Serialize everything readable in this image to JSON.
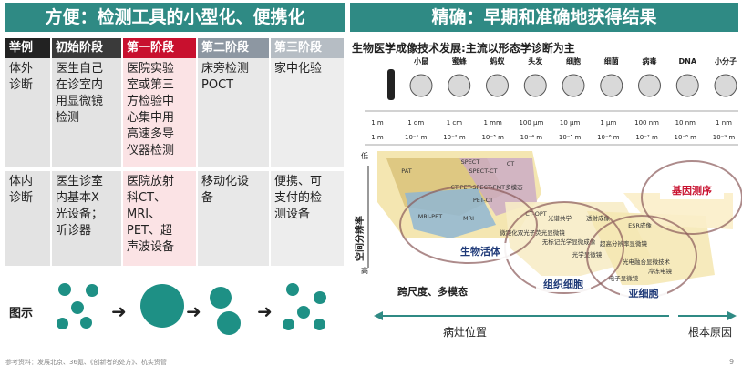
{
  "left": {
    "banner": "方便：检测工具的小型化、便携化",
    "headers": [
      "举例",
      "初始阶段",
      "第一阶段",
      "第二阶段",
      "第三阶段"
    ],
    "rows": [
      [
        "体外\n诊断",
        "医生自己\n在诊室内\n用显微镜\n检测",
        "医院实验\n室或第三\n方检验中\n心集中用\n高速多导\n仪器检测",
        "床旁检测\nPOCT",
        "家中化验"
      ],
      [
        "体内\n诊断",
        "医生诊室\n内基本X\n光设备；\n听诊器",
        "医院放射\n科CT、\nMRI、\nPET、超\n声波设备",
        "移动化设\n备",
        "便携、可\n支付的检\n测设备"
      ]
    ],
    "illustration_label": "图示"
  },
  "right": {
    "banner": "精确：早期和准确地获得结果",
    "chart_title": "生物医学成像技术发展:主流以形态学诊断为主",
    "organisms": [
      "小鼠",
      "蜜蜂",
      "蚂蚁",
      "头发",
      "细胞",
      "细菌",
      "病毒",
      "DNA",
      "小分子"
    ],
    "scale_top": [
      "1 m",
      "1 dm",
      "1 cm",
      "1 mm",
      "100 μm",
      "10 μm",
      "1 μm",
      "100 nm",
      "10 nm",
      "1 nm"
    ],
    "scale_exp": [
      "1 m",
      "10⁻¹ m",
      "10⁻² m",
      "10⁻³ m",
      "10⁻⁴ m",
      "10⁻⁵ m",
      "10⁻⁶ m",
      "10⁻⁷ m",
      "10⁻⁸ m",
      "10⁻⁹ m"
    ],
    "y_axis_label": "空间分辨率",
    "y_low": "低",
    "y_high": "高",
    "techniques": [
      "PAT",
      "SPECT",
      "SPECT-CT",
      "CT",
      "CT-PET-SPECT-FMT多模态",
      "PET-CT",
      "MRI-PET",
      "MRI",
      "CT-OPT",
      "微距化双光子荧光显微镜",
      "光谱共学",
      "透射成像",
      "ESR成像",
      "无标记光学显微成像",
      "超高分辨率显微镜",
      "光学显微镜",
      "光电融合显微技术",
      "冷冻电镜",
      "电子显微镜"
    ],
    "callouts": {
      "gene": "基因测序",
      "organism": "生物活体",
      "tissue": "组织细胞",
      "subcell": "亚细胞",
      "multiscale": "跨尺度、多模态"
    },
    "bottom_left": "病灶位置",
    "bottom_right": "根本原因"
  },
  "footer": {
    "reference": "参考资料：发展北京、36氪、《创新者的处方》、杭实资管",
    "page_number": "9"
  },
  "colors": {
    "teal": "#2f8a84",
    "red": "#c8102e",
    "dot": "#1e9085"
  }
}
